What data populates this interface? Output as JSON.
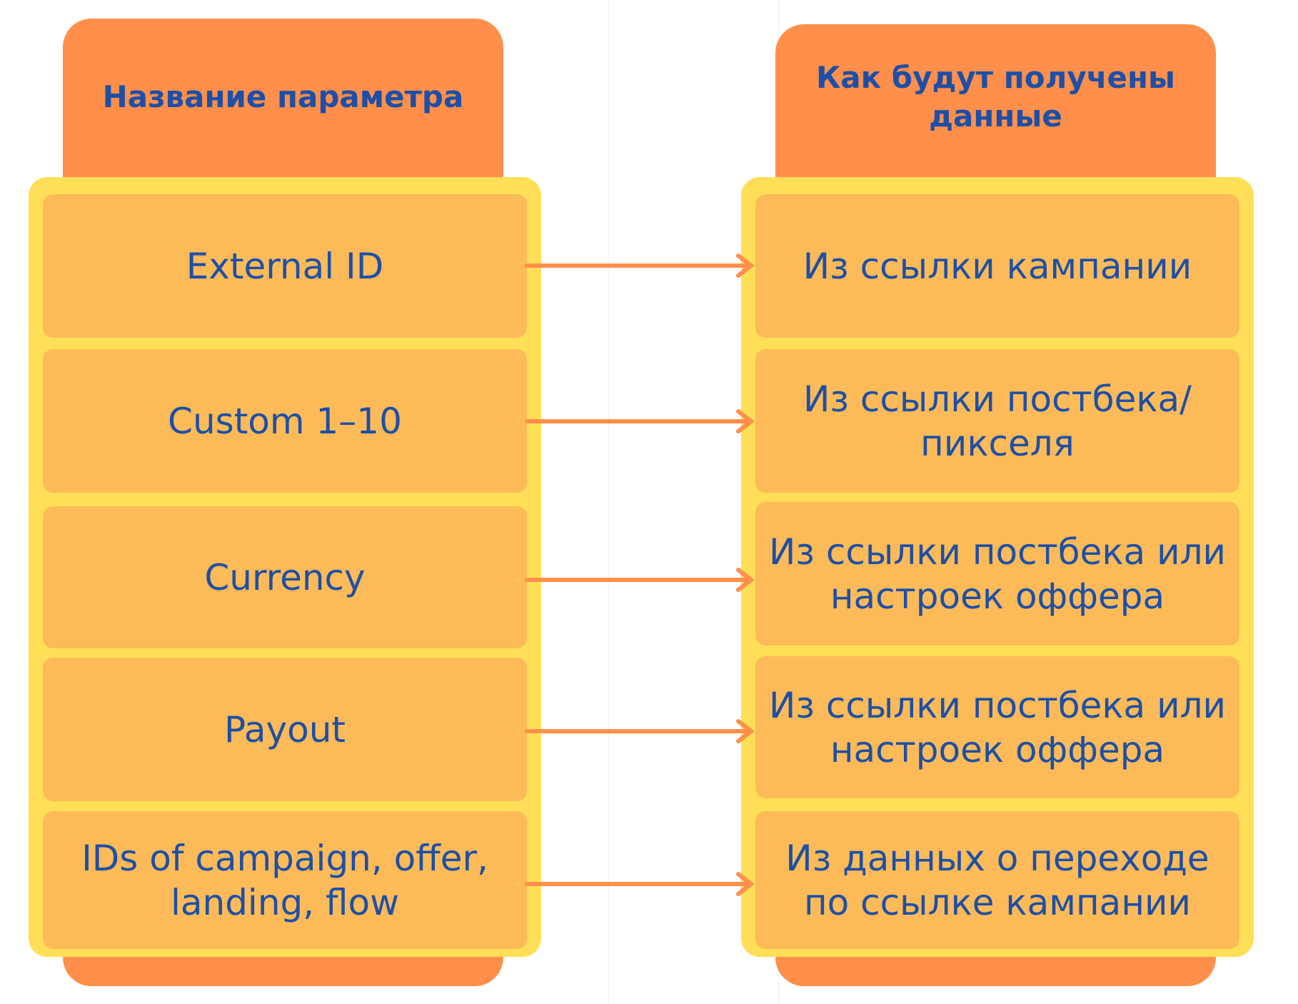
{
  "header": {
    "left": "Название параметра",
    "right": "Как будут получены данные"
  },
  "rows": [
    {
      "parameter": "External ID",
      "source": "Из ссылки кампании"
    },
    {
      "parameter": "Custom 1–10",
      "source": "Из ссылки постбека/ пикселя"
    },
    {
      "parameter": "Currency",
      "source": "Из ссылки постбека или настроек оффера"
    },
    {
      "parameter": "Payout",
      "source": "Из ссылки постбека или настроек оффера"
    },
    {
      "parameter": "IDs of campaign, offer, landing, flow",
      "source": "Из данных о переходе по ссылке кампании"
    }
  ],
  "colors": {
    "header_orange": "#ff8f4a",
    "frame_yellow": "#ffdf57",
    "cell_orange": "#fcbb58",
    "text_blue": "#1e4fa7",
    "arrow_orange": "#ff8f4a"
  }
}
